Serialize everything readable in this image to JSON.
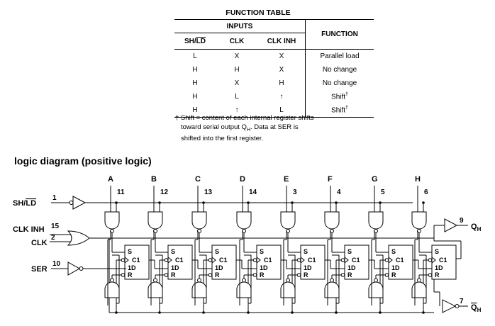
{
  "function_table": {
    "title": "FUNCTION TABLE",
    "inputs_header": "INPUTS",
    "function_header": "FUNCTION",
    "columns": [
      "SH/LD",
      "CLK",
      "CLK INH"
    ],
    "rows": [
      {
        "sh": "L",
        "clk": "X",
        "inh": "X",
        "fn": "Parallel load"
      },
      {
        "sh": "H",
        "clk": "H",
        "inh": "X",
        "fn": "No change"
      },
      {
        "sh": "H",
        "clk": "X",
        "inh": "H",
        "fn": "No change"
      },
      {
        "sh": "H",
        "clk": "L",
        "inh": "↑",
        "fn": "Shift†"
      },
      {
        "sh": "H",
        "clk": "↑",
        "inh": "L",
        "fn": "Shift†"
      }
    ]
  },
  "footnote": {
    "line1": "† Shift = content of each internal register shifts",
    "line2": "toward serial output QH. Data at SER is",
    "line3": "shifted into the first register."
  },
  "logic_diagram": {
    "title": "logic diagram (positive logic)",
    "data_inputs": [
      {
        "label": "A",
        "pin": "11"
      },
      {
        "label": "B",
        "pin": "12"
      },
      {
        "label": "C",
        "pin": "13"
      },
      {
        "label": "D",
        "pin": "14"
      },
      {
        "label": "E",
        "pin": "3"
      },
      {
        "label": "F",
        "pin": "4"
      },
      {
        "label": "G",
        "pin": "5"
      },
      {
        "label": "H",
        "pin": "6"
      }
    ],
    "control_inputs": [
      {
        "label": "SH/LD",
        "pin": "1"
      },
      {
        "label": "CLK INH",
        "pin": "15"
      },
      {
        "label": "CLK",
        "pin": "2"
      },
      {
        "label": "SER",
        "pin": "10"
      }
    ],
    "outputs": [
      {
        "label": "QH",
        "pin": "9"
      },
      {
        "label": "QH",
        "pin": "7",
        "inverted": true
      }
    ],
    "register_labels": [
      "S",
      "C1",
      "1D",
      "R"
    ]
  }
}
